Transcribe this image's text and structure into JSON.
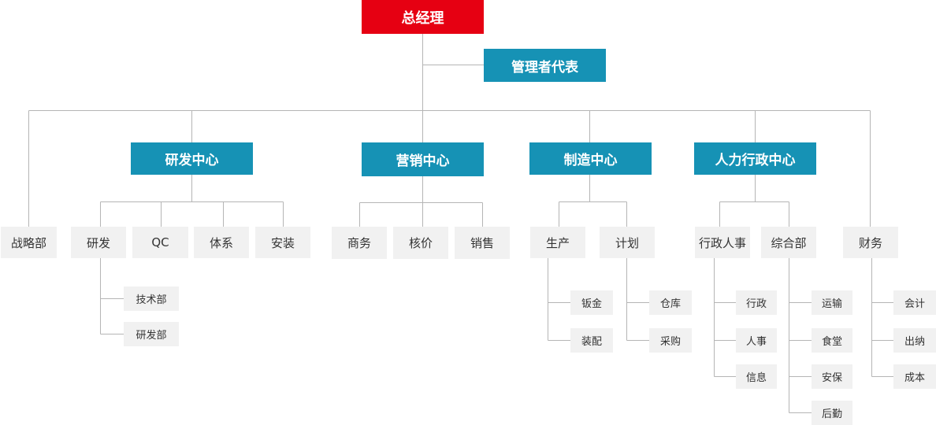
{
  "top": {
    "label": "总经理"
  },
  "representative": {
    "label": "管理者代表"
  },
  "centers": {
    "rnd": {
      "label": "研发中心"
    },
    "marketing": {
      "label": "营销中心"
    },
    "manufacturing": {
      "label": "制造中心"
    },
    "hr_admin": {
      "label": "人力行政中心"
    }
  },
  "departments": {
    "strategy": {
      "label": "战略部"
    },
    "rnd": {
      "label": "研发"
    },
    "qc": {
      "label": "QC"
    },
    "system": {
      "label": "体系"
    },
    "install": {
      "label": "安装"
    },
    "business": {
      "label": "商务"
    },
    "pricing": {
      "label": "核价"
    },
    "sales": {
      "label": "销售"
    },
    "production": {
      "label": "生产"
    },
    "planning": {
      "label": "计划"
    },
    "admin_hr": {
      "label": "行政人事"
    },
    "general": {
      "label": "综合部"
    },
    "finance": {
      "label": "财务"
    }
  },
  "subunits": {
    "tech_dept": {
      "label": "技术部"
    },
    "rnd_dept": {
      "label": "研发部"
    },
    "sheet_metal": {
      "label": "钣金"
    },
    "assembly": {
      "label": "装配"
    },
    "warehouse": {
      "label": "仓库"
    },
    "purchasing": {
      "label": "采购"
    },
    "admin": {
      "label": "行政"
    },
    "personnel": {
      "label": "人事"
    },
    "info": {
      "label": "信息"
    },
    "transport": {
      "label": "运输"
    },
    "canteen": {
      "label": "食堂"
    },
    "security": {
      "label": "安保"
    },
    "logistics": {
      "label": "后勤"
    },
    "accounting": {
      "label": "会计"
    },
    "cashier": {
      "label": "出纳"
    },
    "cost": {
      "label": "成本"
    }
  },
  "colors": {
    "top": "#e60012",
    "center": "#1692b5",
    "box": "#f1f1f1",
    "line": "#b5b5b5"
  }
}
